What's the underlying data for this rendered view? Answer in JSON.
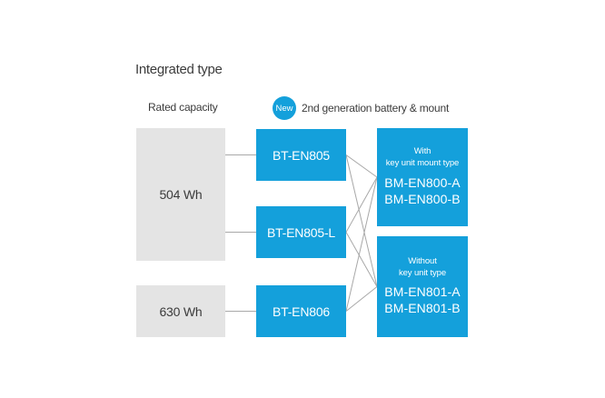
{
  "colors": {
    "accent_blue": "#14a0db",
    "box_gray": "#e4e4e4",
    "line_gray": "#a8a8a8",
    "text_dark": "#3b3b3b",
    "box_text_white": "#ffffff"
  },
  "header": {
    "title": "Integrated type",
    "capacity_column_label": "Rated capacity",
    "new_badge": "New",
    "generation_label": "2nd generation battery & mount"
  },
  "diagram": {
    "capacities": [
      {
        "id": "cap-504",
        "label": "504 Wh"
      },
      {
        "id": "cap-630",
        "label": "630 Wh"
      }
    ],
    "batteries": [
      {
        "id": "bt-en805",
        "label": "BT-EN805"
      },
      {
        "id": "bt-en805-l",
        "label": "BT-EN805-L"
      },
      {
        "id": "bt-en806",
        "label": "BT-EN806"
      }
    ],
    "mounts": [
      {
        "id": "bm-en800",
        "type_line1": "With",
        "type_line2": "key unit mount type",
        "models": [
          "BM-EN800-A",
          "BM-EN800-B"
        ]
      },
      {
        "id": "bm-en801",
        "type_line1": "Without",
        "type_line2": "key unit type",
        "models": [
          "BM-EN801-A",
          "BM-EN801-B"
        ]
      }
    ],
    "edges": [
      {
        "from": "cap-504",
        "to": "bt-en805",
        "anchor": "target"
      },
      {
        "from": "cap-504",
        "to": "bt-en805-l",
        "anchor": "target"
      },
      {
        "from": "cap-630",
        "to": "bt-en806",
        "anchor": "target"
      },
      {
        "from": "bt-en805",
        "to": "bm-en800"
      },
      {
        "from": "bt-en805",
        "to": "bm-en801"
      },
      {
        "from": "bt-en805-l",
        "to": "bm-en800"
      },
      {
        "from": "bt-en805-l",
        "to": "bm-en801"
      },
      {
        "from": "bt-en806",
        "to": "bm-en800"
      },
      {
        "from": "bt-en806",
        "to": "bm-en801"
      }
    ]
  }
}
